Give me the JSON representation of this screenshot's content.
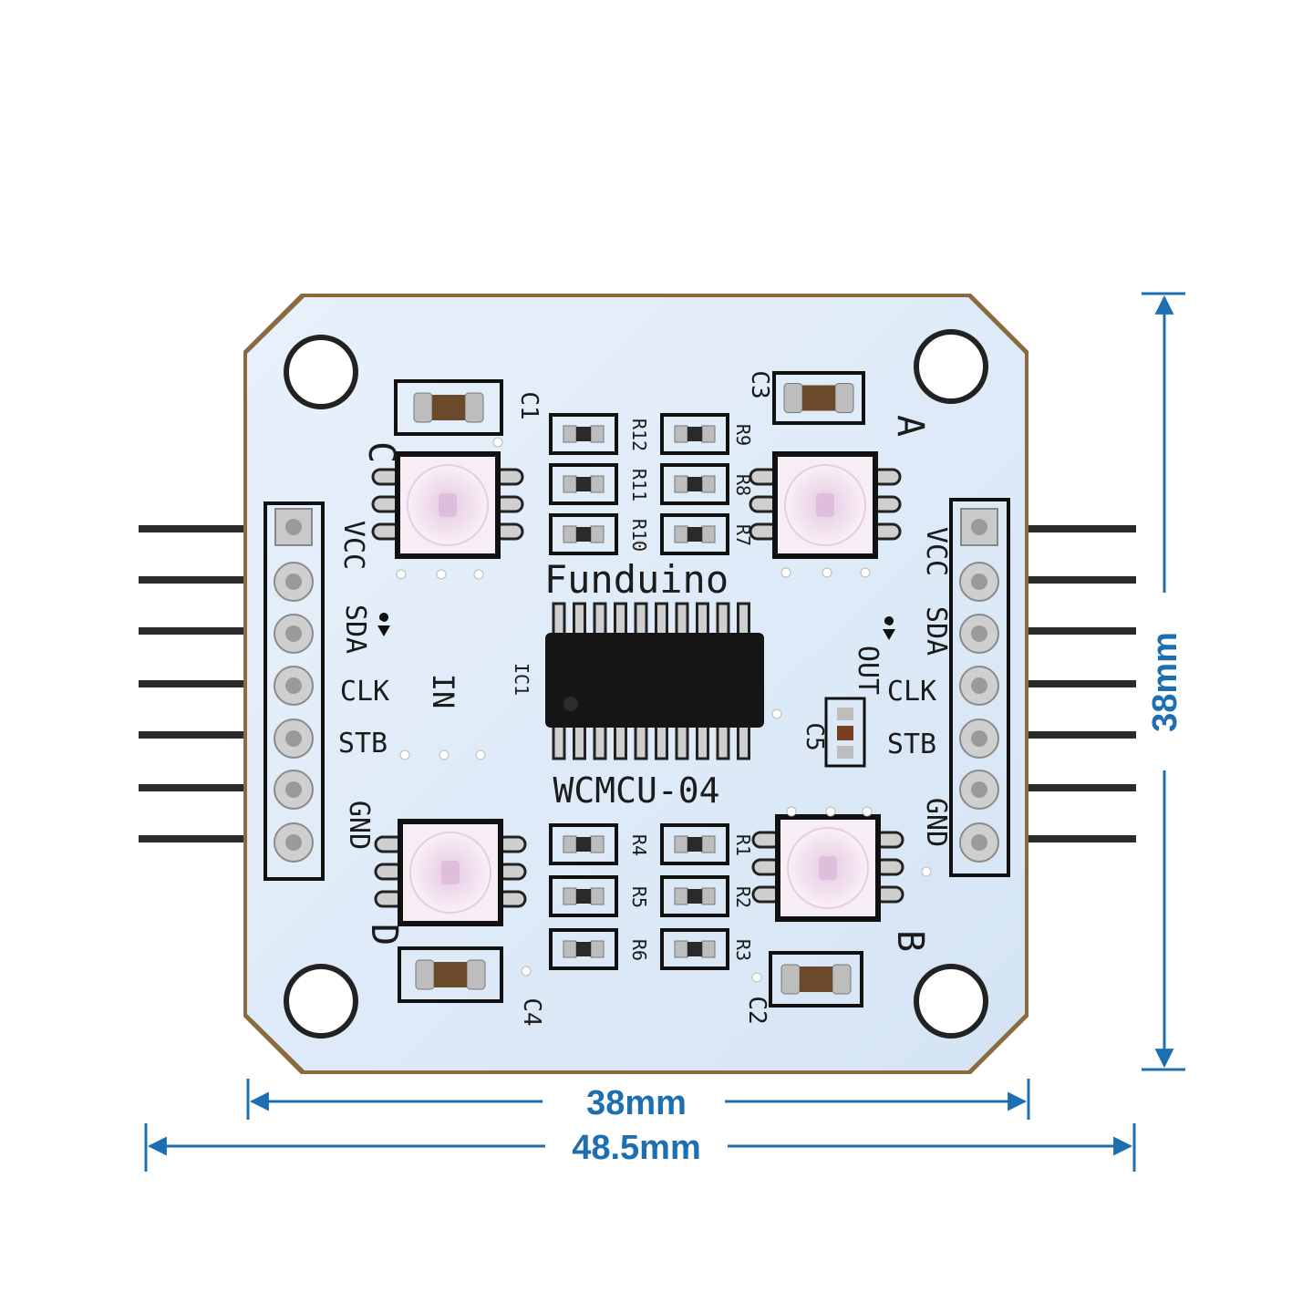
{
  "board": {
    "brand": "Funduino",
    "model": "WCMCU-04",
    "ic_label": "IC1",
    "input_label": "IN",
    "output_label": "OUT",
    "pins_left": [
      "VCC",
      "SDA",
      "CLK",
      "STB",
      "GND"
    ],
    "pins_right": [
      "VCC",
      "SDA",
      "CLK",
      "STB",
      "GND"
    ],
    "led_labels": {
      "a": "A",
      "b": "B",
      "c": "C",
      "d": "D"
    },
    "capacitors": {
      "c1": "C1",
      "c2": "C2",
      "c3": "C3",
      "c4": "C4",
      "c5": "C5"
    },
    "resistors_top_left": [
      "R12",
      "R11",
      "R10"
    ],
    "resistors_top_right": [
      "R9",
      "R8",
      "R7"
    ],
    "resistors_bottom_left": [
      "R4",
      "R5",
      "R6"
    ],
    "resistors_bottom_right": [
      "R1",
      "R2",
      "R3"
    ]
  },
  "dimensions": {
    "board_width": "38mm",
    "overall_width": "48.5mm",
    "board_height": "38mm"
  },
  "colors": {
    "pcb": "#dce9f7",
    "dimension": "#1e6fb0",
    "silkscreen": "#1b1b1b"
  }
}
